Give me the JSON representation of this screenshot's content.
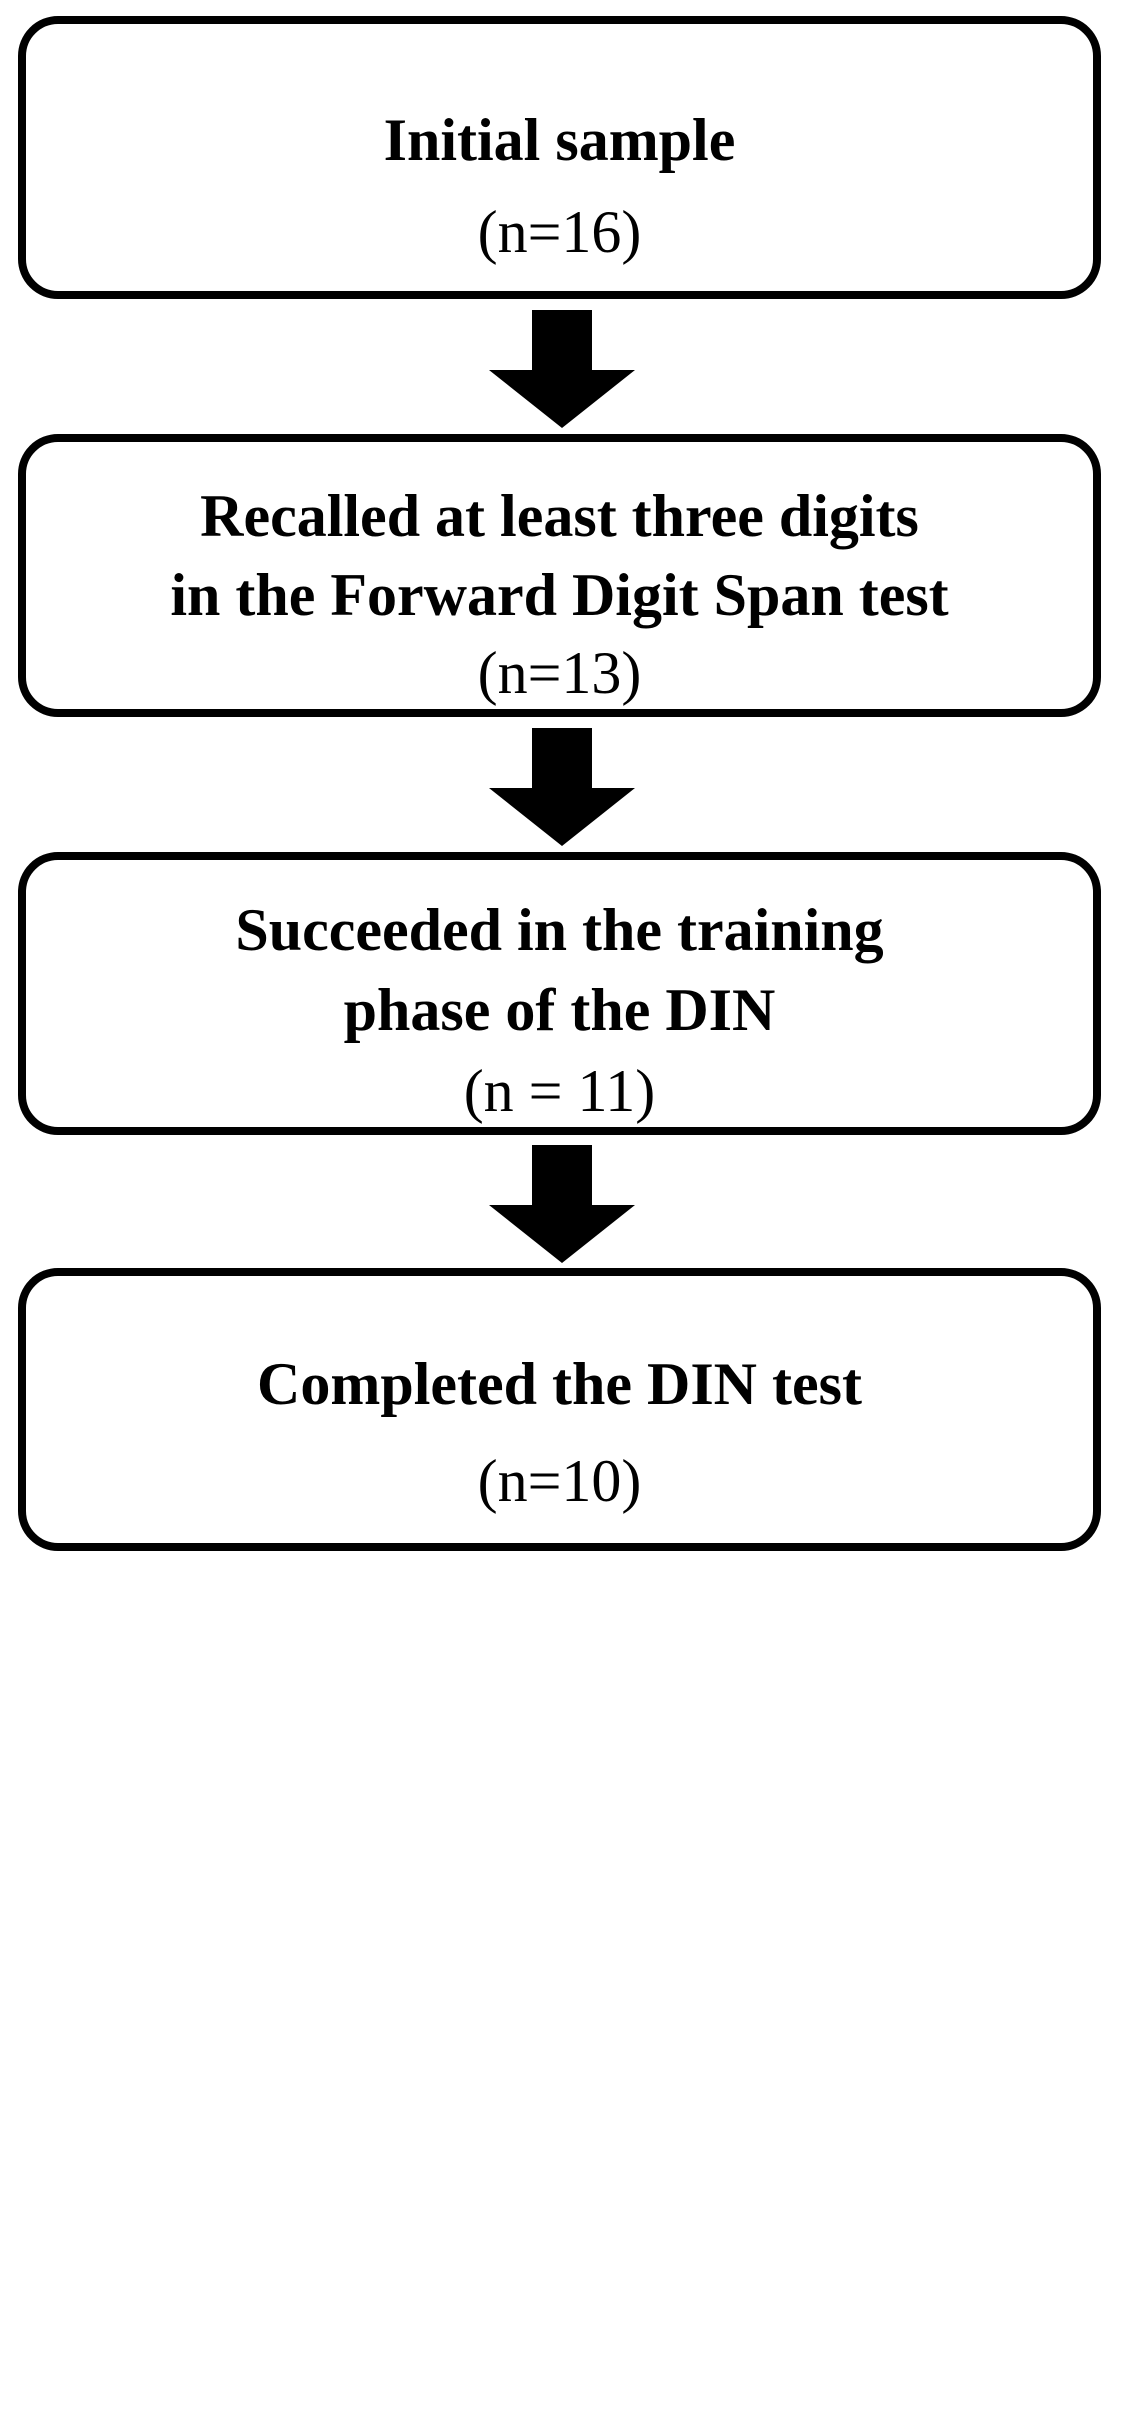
{
  "flowchart": {
    "steps": [
      {
        "lines": [
          "Initial sample"
        ],
        "count": "(n=16)"
      },
      {
        "lines": [
          "Recalled at least three digits",
          "in the Forward Digit Span test"
        ],
        "count": "(n=13)"
      },
      {
        "lines": [
          "Succeeded in the training",
          "phase of the DIN"
        ],
        "count": "(n = 11)"
      },
      {
        "lines": [
          "Completed the DIN test"
        ],
        "count": "(n=10)"
      }
    ],
    "colors": {
      "border": "#000000",
      "arrow": "#000000",
      "background": "#ffffff"
    }
  }
}
